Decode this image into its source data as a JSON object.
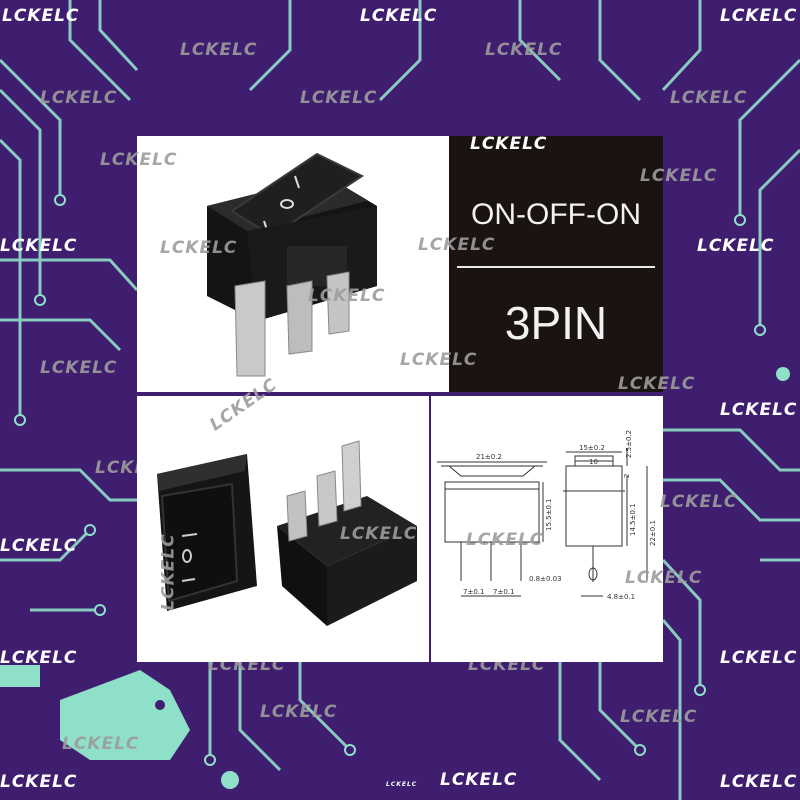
{
  "watermark": "LCKELC",
  "watermark_small": "LCKELC",
  "labels": {
    "switch_type": "ON-OFF-ON",
    "pins": "3PIN"
  },
  "dimensions": {
    "width_top": "21±0.2",
    "width_body": "15±0.2",
    "inner": "10",
    "cap": "2.5±0.2",
    "small": "2",
    "body_h": "15.5±0.1",
    "h1": "14.5±0.1",
    "h2": "22±0.1",
    "pitch1": "7±0.1",
    "pitch2": "7±0.1",
    "pin_t": "0.8±0.03",
    "pin_w": "4.8±0.1"
  },
  "colors": {
    "background": "#3f1d6f",
    "trace": "#8fe0c8",
    "label_panel": "#1b1311"
  }
}
